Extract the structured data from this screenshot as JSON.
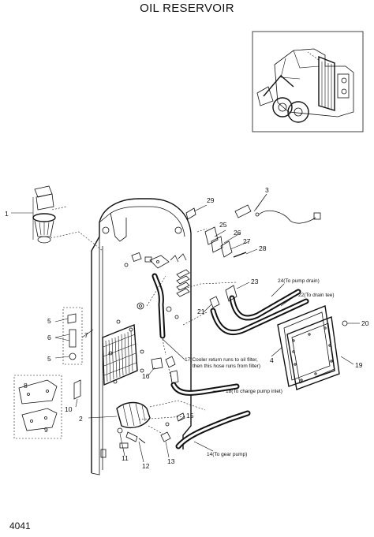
{
  "title": "OIL RESERVOIR",
  "page_number": "4041",
  "callouts": {
    "c1": "1",
    "c2": "2",
    "c3": "3",
    "c4": "4",
    "c5a": "5",
    "c5b": "5",
    "c6": "6",
    "c7": "7",
    "c8": "8",
    "c9": "9",
    "c10": "10",
    "c11": "11",
    "c12": "12",
    "c13": "13",
    "c15": "15",
    "c16": "16",
    "c19": "19",
    "c20": "20",
    "c21": "21",
    "c23": "23",
    "c25": "25",
    "c26": "26",
    "c27": "27",
    "c28": "28",
    "c29": "29"
  },
  "notes": {
    "n14": "14(To gear pump)",
    "n17a": "17(Cooler return runs to oil filter,",
    "n17b": "then this hose runs from filter)",
    "n18": "18(To charge pump inlet)",
    "n22": "22(To drain tee)",
    "n24": "24(To pump drain)"
  }
}
